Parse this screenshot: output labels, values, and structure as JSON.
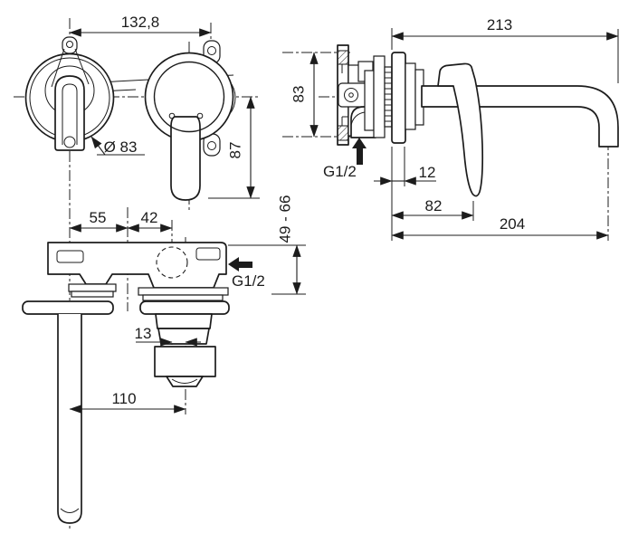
{
  "colors": {
    "ink": "#1c1c1c",
    "background": "#ffffff"
  },
  "drawing": {
    "front_view": {
      "dim_hole_spacing": "132,8",
      "dim_rosette_diameter": "Ø 83",
      "dim_handle_drop": "87"
    },
    "side_view": {
      "dim_total_projection": "213",
      "dim_body_height": "83",
      "connection_label": "G1/2",
      "dim_plate_thickness": "12",
      "dim_handle_projection": "82",
      "dim_spout_projection": "204"
    },
    "plan_view": {
      "dim_spout_to_body": "55",
      "dim_body_to_cartridge": "42",
      "dim_mounting_depth_range": "49 - 66",
      "connection_label": "G1/2",
      "dim_outlet_offset": "13",
      "dim_spout_to_outlet": "110"
    }
  }
}
